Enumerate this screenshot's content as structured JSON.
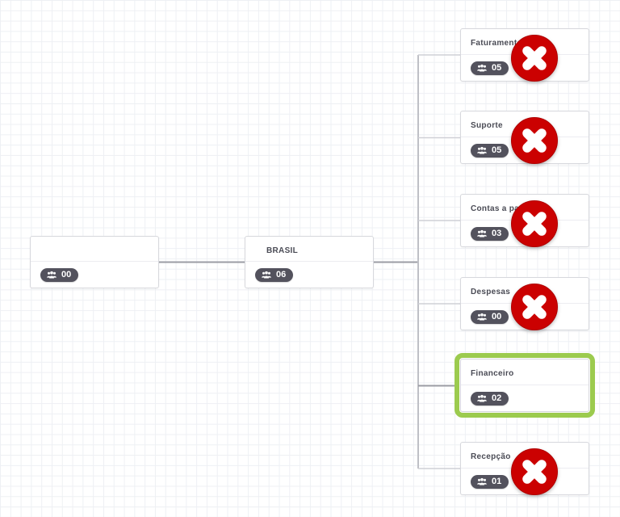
{
  "app": {
    "view": "organization-chart-canvas"
  },
  "colors": {
    "delete_button_red": "#cb0101",
    "selected_border_green": "#9ccb4e",
    "badge_background": "#53525d",
    "node_title_text": "#4a4b55",
    "connector_dark": "#9b9ca4",
    "connector_light": "#cfd0d6",
    "grid_line": "#eef0f4"
  },
  "icons": {
    "users_icon": "group-of-people",
    "delete_icon": "x-cross-in-red-circle"
  },
  "nodes": {
    "root": {
      "title": "",
      "count": "00"
    },
    "parent": {
      "title": "BRASIL",
      "count": "06"
    },
    "children": [
      {
        "title": "Faturamento",
        "count": "05",
        "selected": false,
        "deletable": true
      },
      {
        "title": "Suporte",
        "count": "05",
        "selected": false,
        "deletable": true
      },
      {
        "title": "Contas a pagar",
        "count": "03",
        "selected": false,
        "deletable": true
      },
      {
        "title": "Despesas",
        "count": "00",
        "selected": false,
        "deletable": true
      },
      {
        "title": "Financeiro",
        "count": "02",
        "selected": true,
        "deletable": false
      },
      {
        "title": "Recepção",
        "count": "01",
        "selected": false,
        "deletable": true
      }
    ]
  }
}
